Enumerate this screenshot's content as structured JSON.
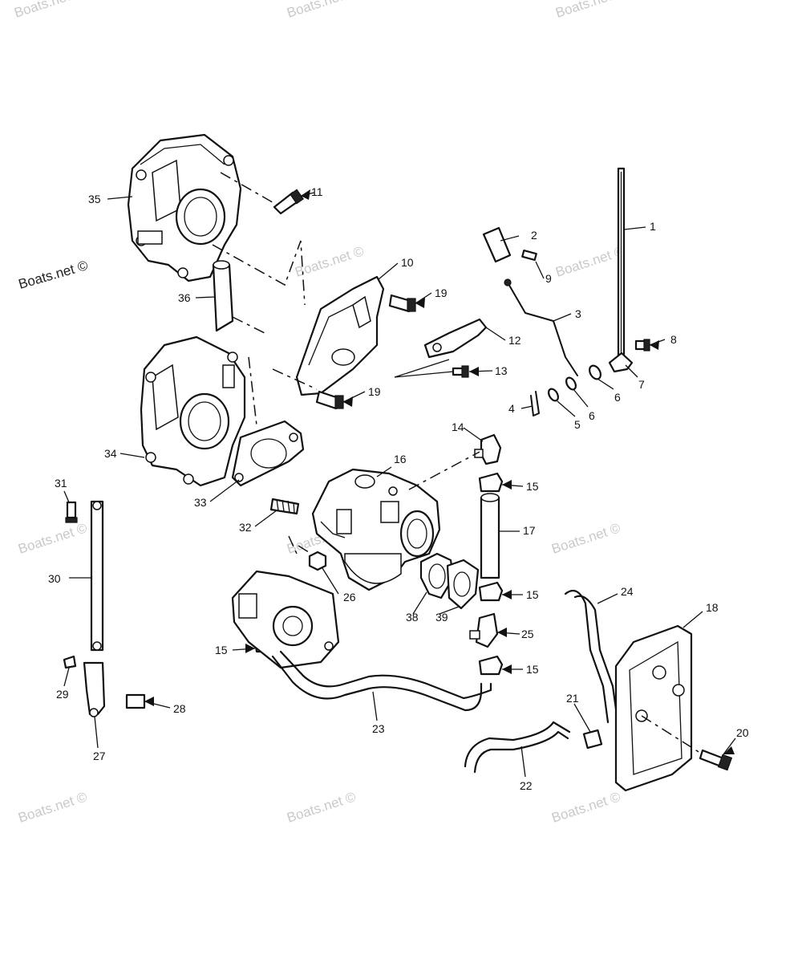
{
  "watermark": {
    "text": "Boats.net ©",
    "dark_text": "Boats.net ©"
  },
  "callouts": {
    "c1": "1",
    "c2": "2",
    "c3": "3",
    "c4": "4",
    "c5": "5",
    "c6a": "6",
    "c6b": "6",
    "c7": "7",
    "c8": "8",
    "c9": "9",
    "c10": "10",
    "c11": "11",
    "c12": "12",
    "c13": "13",
    "c14": "14",
    "c15a": "15",
    "c15b": "15",
    "c15c": "15",
    "c15d": "15",
    "c16": "16",
    "c17": "17",
    "c18": "18",
    "c19a": "19",
    "c19b": "19",
    "c20": "20",
    "c21": "21",
    "c22": "22",
    "c23": "23",
    "c24": "24",
    "c25": "25",
    "c26": "26",
    "c27": "27",
    "c28": "28",
    "c29": "29",
    "c30": "30",
    "c31": "31",
    "c32": "32",
    "c33": "33",
    "c34": "34",
    "c35": "35",
    "c36": "36",
    "c38": "38",
    "c39": "39"
  }
}
